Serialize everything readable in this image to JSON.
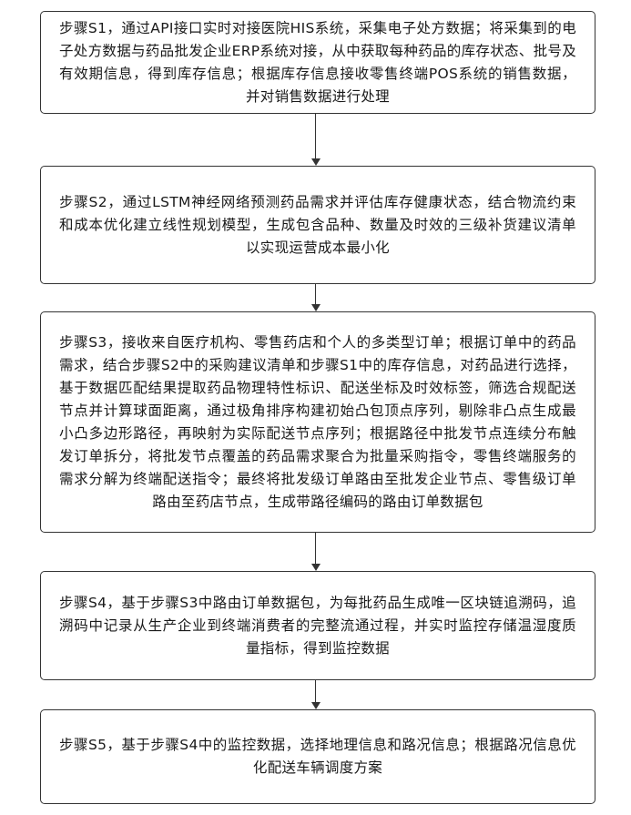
{
  "steps": [
    {
      "id": "S1",
      "text": "步骤S1，通过API接口实时对接医院HIS系统，采集电子处方数据；将采集到的电子处方数据与药品批发企业ERP系统对接，从中获取每种药品的库存状态、批号及有效期信息，得到库存信息；根据库存信息接收零售终端POS系统的销售数据，并对销售数据进行处理"
    },
    {
      "id": "S2",
      "text": "步骤S2，通过LSTM神经网络预测药品需求并评估库存健康状态，结合物流约束和成本优化建立线性规划模型，生成包含品种、数量及时效的三级补货建议清单以实现运营成本最小化"
    },
    {
      "id": "S3",
      "text": "步骤S3，接收来自医疗机构、零售药店和个人的多类型订单；根据订单中的药品需求，结合步骤S2中的采购建议清单和步骤S1中的库存信息，对药品进行选择，基于数据匹配结果提取药品物理特性标识、配送坐标及时效标签，筛选合规配送节点并计算球面距离，通过极角排序构建初始凸包顶点序列，剔除非凸点生成最小凸多边形路径，再映射为实际配送节点序列；根据路径中批发节点连续分布触发订单拆分，将批发节点覆盖的药品需求聚合为批量采购指令，零售终端服务的需求分解为终端配送指令；最终将批发级订单路由至批发企业节点、零售级订单路由至药店节点，生成带路径编码的路由订单数据包"
    },
    {
      "id": "S4",
      "text": "步骤S4，基于步骤S3中路由订单数据包，为每批药品生成唯一区块链追溯码，追溯码中记录从生产企业到终端消费者的完整流通过程，并实时监控存储温湿度质量指标，得到监控数据"
    },
    {
      "id": "S5",
      "text": "步骤S5，基于步骤S4中的监控数据，选择地理信息和路况信息；根据路况信息优化配送车辆调度方案"
    }
  ]
}
